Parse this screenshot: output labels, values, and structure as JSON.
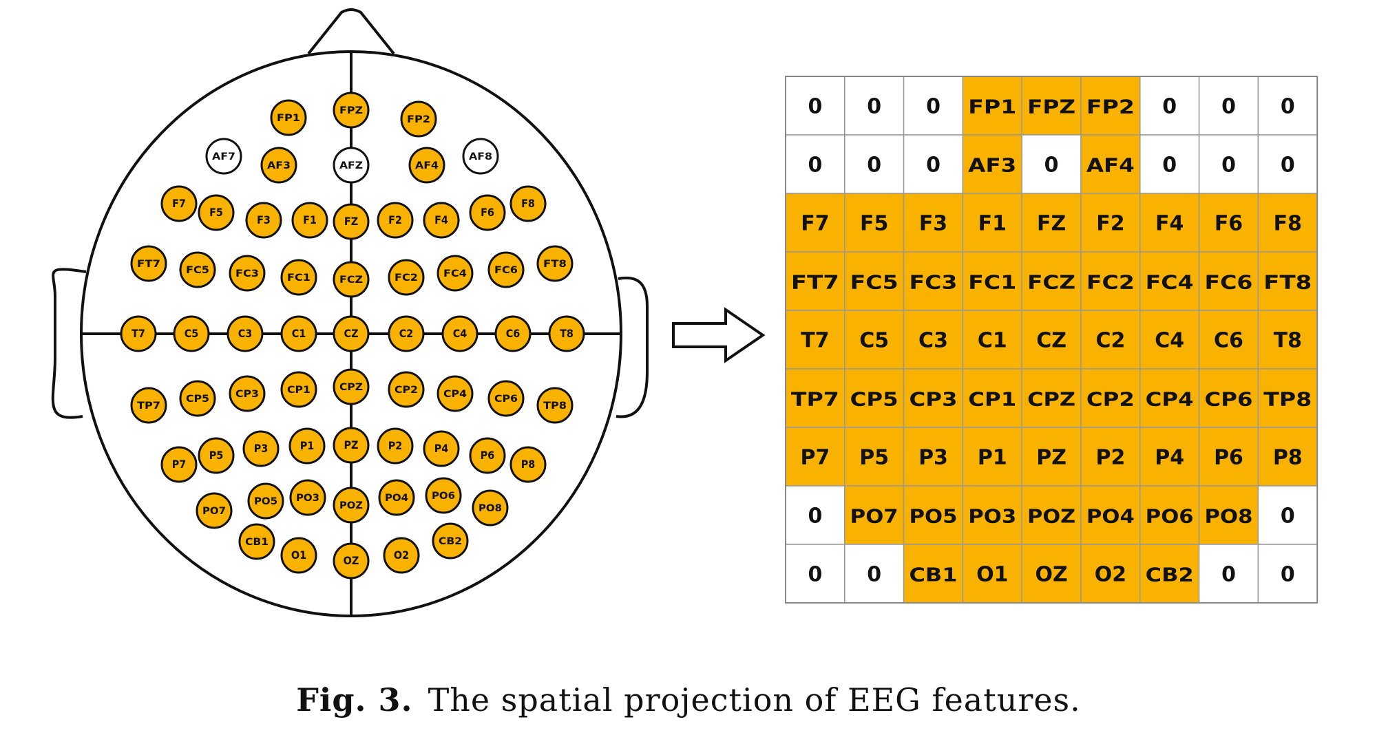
{
  "head_map": {
    "fill_active": "#F9B200",
    "fill_inactive": "#FFFFFF",
    "stroke": "#111111",
    "electrodes": [
      {
        "label": "FP1",
        "active": true
      },
      {
        "label": "FPZ",
        "active": true
      },
      {
        "label": "FP2",
        "active": true
      },
      {
        "label": "AF7",
        "active": false
      },
      {
        "label": "AF3",
        "active": true
      },
      {
        "label": "AFZ",
        "active": false
      },
      {
        "label": "AF4",
        "active": true
      },
      {
        "label": "AF8",
        "active": false
      },
      {
        "label": "F7",
        "active": true
      },
      {
        "label": "F5",
        "active": true
      },
      {
        "label": "F3",
        "active": true
      },
      {
        "label": "F1",
        "active": true
      },
      {
        "label": "FZ",
        "active": true
      },
      {
        "label": "F2",
        "active": true
      },
      {
        "label": "F4",
        "active": true
      },
      {
        "label": "F6",
        "active": true
      },
      {
        "label": "F8",
        "active": true
      },
      {
        "label": "FT7",
        "active": true
      },
      {
        "label": "FC5",
        "active": true
      },
      {
        "label": "FC3",
        "active": true
      },
      {
        "label": "FC1",
        "active": true
      },
      {
        "label": "FCZ",
        "active": true
      },
      {
        "label": "FC2",
        "active": true
      },
      {
        "label": "FC4",
        "active": true
      },
      {
        "label": "FC6",
        "active": true
      },
      {
        "label": "FT8",
        "active": true
      },
      {
        "label": "T7",
        "active": true
      },
      {
        "label": "C5",
        "active": true
      },
      {
        "label": "C3",
        "active": true
      },
      {
        "label": "C1",
        "active": true
      },
      {
        "label": "CZ",
        "active": true
      },
      {
        "label": "C2",
        "active": true
      },
      {
        "label": "C4",
        "active": true
      },
      {
        "label": "C6",
        "active": true
      },
      {
        "label": "T8",
        "active": true
      },
      {
        "label": "TP7",
        "active": true
      },
      {
        "label": "CP5",
        "active": true
      },
      {
        "label": "CP3",
        "active": true
      },
      {
        "label": "CP1",
        "active": true
      },
      {
        "label": "CPZ",
        "active": true
      },
      {
        "label": "CP2",
        "active": true
      },
      {
        "label": "CP4",
        "active": true
      },
      {
        "label": "CP6",
        "active": true
      },
      {
        "label": "TP8",
        "active": true
      },
      {
        "label": "P7",
        "active": true
      },
      {
        "label": "P5",
        "active": true
      },
      {
        "label": "P3",
        "active": true
      },
      {
        "label": "P1",
        "active": true
      },
      {
        "label": "PZ",
        "active": true
      },
      {
        "label": "P2",
        "active": true
      },
      {
        "label": "P4",
        "active": true
      },
      {
        "label": "P6",
        "active": true
      },
      {
        "label": "P8",
        "active": true
      },
      {
        "label": "PO7",
        "active": true
      },
      {
        "label": "PO5",
        "active": true
      },
      {
        "label": "PO3",
        "active": true
      },
      {
        "label": "POZ",
        "active": true
      },
      {
        "label": "PO4",
        "active": true
      },
      {
        "label": "PO6",
        "active": true
      },
      {
        "label": "PO8",
        "active": true
      },
      {
        "label": "CB1",
        "active": true
      },
      {
        "label": "O1",
        "active": true
      },
      {
        "label": "OZ",
        "active": true
      },
      {
        "label": "O2",
        "active": true
      },
      {
        "label": "CB2",
        "active": true
      }
    ]
  },
  "grid": {
    "fill_active": "#F9B200",
    "fill_empty": "#FFFFFF",
    "rows": [
      [
        "0",
        "0",
        "0",
        "FP1",
        "FPZ",
        "FP2",
        "0",
        "0",
        "0"
      ],
      [
        "0",
        "0",
        "0",
        "AF3",
        "0",
        "AF4",
        "0",
        "0",
        "0"
      ],
      [
        "F7",
        "F5",
        "F3",
        "F1",
        "FZ",
        "F2",
        "F4",
        "F6",
        "F8"
      ],
      [
        "FT7",
        "FC5",
        "FC3",
        "FC1",
        "FCZ",
        "FC2",
        "FC4",
        "FC6",
        "FT8"
      ],
      [
        "T7",
        "C5",
        "C3",
        "C1",
        "CZ",
        "C2",
        "C4",
        "C6",
        "T8"
      ],
      [
        "TP7",
        "CP5",
        "CP3",
        "CP1",
        "CPZ",
        "CP2",
        "CP4",
        "CP6",
        "TP8"
      ],
      [
        "P7",
        "P5",
        "P3",
        "P1",
        "PZ",
        "P2",
        "P4",
        "P6",
        "P8"
      ],
      [
        "0",
        "PO7",
        "PO5",
        "PO3",
        "POZ",
        "PO4",
        "PO6",
        "PO8",
        "0"
      ],
      [
        "0",
        "0",
        "CB1",
        "O1",
        "OZ",
        "O2",
        "CB2",
        "0",
        "0"
      ]
    ]
  },
  "caption": {
    "label": "Fig. 3.",
    "text": "The spatial projection of EEG features."
  }
}
